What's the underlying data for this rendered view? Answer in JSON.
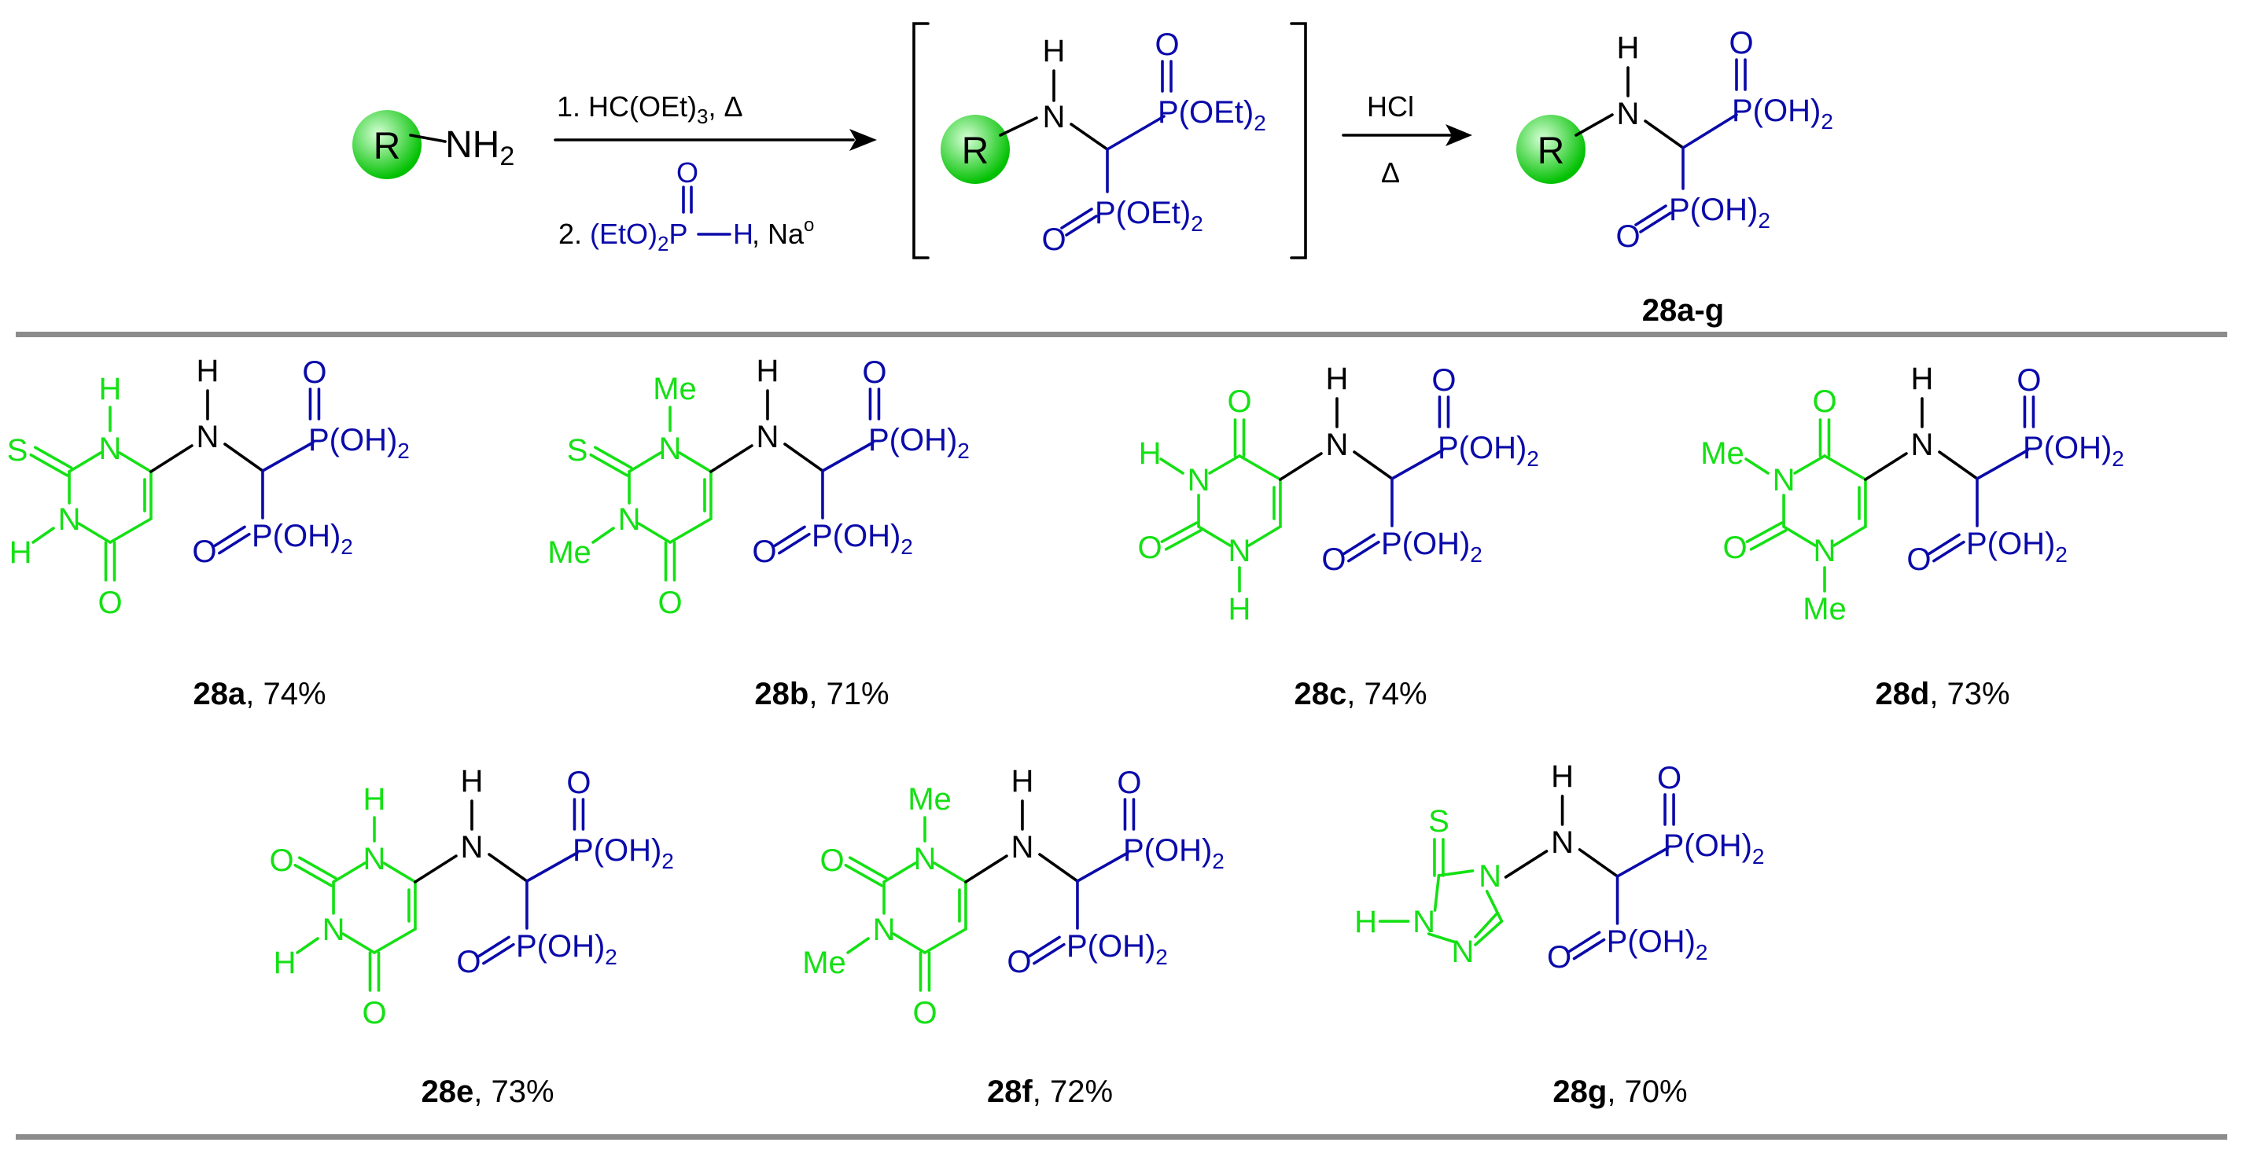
{
  "colors": {
    "scaffold": "#14e014",
    "phosphonate": "#0a0aaa",
    "ink": "#000000",
    "rule": "#8c8c8c",
    "bead_light": "#d6ffd6",
    "bead_dark": "#00c000"
  },
  "reaction": {
    "start_ring": "R",
    "start_amine": "NH",
    "start_amine_sub": "2",
    "step1": {
      "prefix": "1. HC(OEt)",
      "sub": "3",
      "suffix": ", Δ"
    },
    "step2": {
      "prefix": "2. ",
      "reagent": "(EtO)",
      "reagent_sub": "2",
      "reagent_p": "P",
      "reagent_h": "H",
      "reagent_o": "O",
      "suffix": ", Na",
      "sup": "o"
    },
    "intermediate": {
      "ring": "R",
      "h": "H",
      "n": "N",
      "o": "O",
      "p_group": "P(OEt)",
      "p_sub": "2"
    },
    "step3": {
      "reagent": "HCl",
      "condition": "Δ"
    },
    "product": {
      "ring": "R",
      "h": "H",
      "n": "N",
      "o": "O",
      "p_group": "P(OH)",
      "p_sub": "2"
    },
    "product_label": "28a-g"
  },
  "atoms": {
    "s": "S",
    "o": "O",
    "n": "N",
    "h": "H",
    "me": "Me",
    "p_group": "P(OH)",
    "p_sub": "2"
  },
  "compounds": [
    {
      "id": "28a",
      "yield": ", 74%"
    },
    {
      "id": "28b",
      "yield": ", 71%"
    },
    {
      "id": "28c",
      "yield": ", 74%"
    },
    {
      "id": "28d",
      "yield": ", 73%"
    },
    {
      "id": "28e",
      "yield": ", 73%"
    },
    {
      "id": "28f",
      "yield": ", 72%"
    },
    {
      "id": "28g",
      "yield": ", 70%"
    }
  ]
}
